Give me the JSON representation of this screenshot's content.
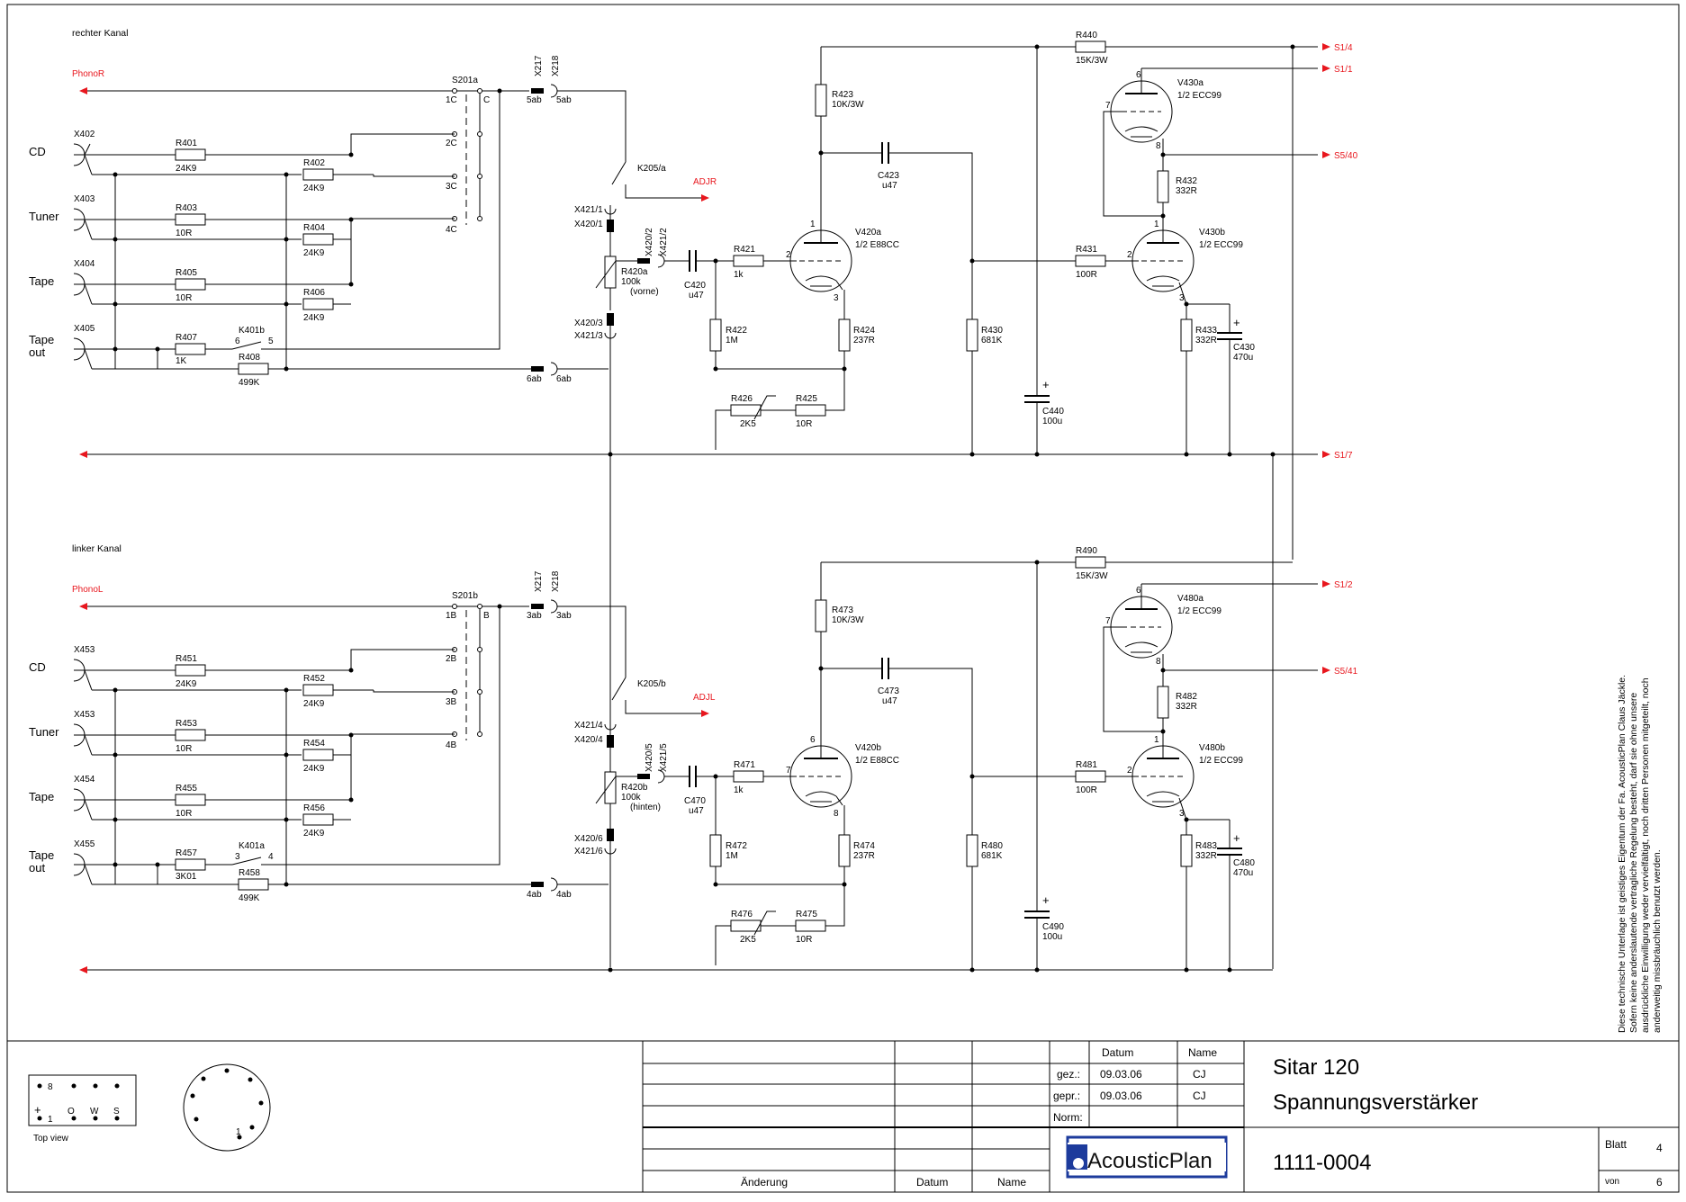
{
  "channels": {
    "right": {
      "title": "rechter Kanal",
      "phono": "PhonoR",
      "switch": "S201a"
    },
    "left": {
      "title": "linker Kanal",
      "phono": "PhonoL",
      "switch": "S201b"
    }
  },
  "labels": {
    "cd": "CD",
    "tuner": "Tuner",
    "tape": "Tape",
    "tape_out_1": "Tape",
    "tape_out_2": "out",
    "x217": "X217",
    "x218": "X218",
    "x402": "X402",
    "x403": "X403",
    "x404": "X404",
    "x405": "X405",
    "x453a": "X453",
    "x453b": "X453",
    "x454": "X454",
    "x455": "X455",
    "sw_1c": "1C",
    "sw_c": "C",
    "sw_2c": "2C",
    "sw_3c": "3C",
    "sw_4c": "4C",
    "sw_1b": "1B",
    "sw_b": "B",
    "sw_2b": "2B",
    "sw_3b": "3B",
    "sw_4b": "4B",
    "k401b": "K401b",
    "k401b_6": "6",
    "k401b_5": "5",
    "k401a": "K401a",
    "k401a_3": "3",
    "k401a_4": "4",
    "k205a": "K205/a",
    "k205b": "K205/b",
    "adjr": "ADJR",
    "adjl": "ADJL",
    "ab5": "5ab",
    "ab6": "6ab",
    "ab3": "3ab",
    "ab4": "4ab",
    "x421_1": "X421/1",
    "x420_1": "X420/1",
    "x420_2": "X420/2",
    "x421_2": "X421/2",
    "x420_3": "X420/3",
    "x421_3": "X421/3",
    "x421_4": "X421/4",
    "x420_4": "X420/4",
    "x420_5": "X420/5",
    "x421_5": "X421/5",
    "x420_6": "X420/6",
    "x421_6": "X421/6",
    "r420a": "R420a",
    "r420a_v": "100k",
    "r420a_n": "(vorne)",
    "r420b": "R420b",
    "r420b_v": "100k",
    "r420b_n": "(hinten)",
    "v420a": "V420a",
    "v420a_t": "1/2 E88CC",
    "v420b": "V420b",
    "v420b_t": "1/2 E88CC",
    "v430a": "V430a",
    "v430a_t": "1/2 ECC99",
    "v430b": "V430b",
    "v430b_t": "1/2 ECC99",
    "v480a": "V480a",
    "v480a_t": "1/2 ECC99",
    "v480b": "V480b",
    "v480b_t": "1/2 ECC99",
    "p1": "1",
    "p2": "2",
    "p3": "3",
    "p6": "6",
    "p7": "7",
    "p8": "8",
    "s1_4": "S1/4",
    "s1_1": "S1/1",
    "s5_40": "S5/40",
    "s1_7": "S1/7",
    "s1_2": "S1/2",
    "s5_41": "S5/41"
  },
  "components": {
    "r401": [
      "R401",
      "24K9"
    ],
    "r402": [
      "R402",
      "24K9"
    ],
    "r403": [
      "R403",
      "10R"
    ],
    "r404": [
      "R404",
      "24K9"
    ],
    "r405": [
      "R405",
      "10R"
    ],
    "r406": [
      "R406",
      "24K9"
    ],
    "r407": [
      "R407",
      "1K"
    ],
    "r408": [
      "R408",
      "499K"
    ],
    "r421": [
      "R421",
      "1k"
    ],
    "r422": [
      "R422",
      "1M"
    ],
    "r423": [
      "R423",
      "10K/3W"
    ],
    "r424": [
      "R424",
      "237R"
    ],
    "r425": [
      "R425",
      "10R"
    ],
    "r426": [
      "R426",
      "2K5"
    ],
    "r430": [
      "R430",
      "681K"
    ],
    "r431": [
      "R431",
      "100R"
    ],
    "r432": [
      "R432",
      "332R"
    ],
    "r433": [
      "R433",
      "332R"
    ],
    "r440": [
      "R440",
      "15K/3W"
    ],
    "c420": [
      "C420",
      "u47"
    ],
    "c423": [
      "C423",
      "u47"
    ],
    "c430": [
      "C430",
      "470u"
    ],
    "c440": [
      "C440",
      "100u"
    ],
    "r451": [
      "R451",
      "24K9"
    ],
    "r452": [
      "R452",
      "24K9"
    ],
    "r453": [
      "R453",
      "10R"
    ],
    "r454": [
      "R454",
      "24K9"
    ],
    "r455": [
      "R455",
      "10R"
    ],
    "r456": [
      "R456",
      "24K9"
    ],
    "r457": [
      "R457",
      "3K01"
    ],
    "r458": [
      "R458",
      "499K"
    ],
    "r471": [
      "R471",
      "1k"
    ],
    "r472": [
      "R472",
      "1M"
    ],
    "r473": [
      "R473",
      "10K/3W"
    ],
    "r474": [
      "R474",
      "237R"
    ],
    "r475": [
      "R475",
      "10R"
    ],
    "r476": [
      "R476",
      "2K5"
    ],
    "r480": [
      "R480",
      "681K"
    ],
    "r481": [
      "R481",
      "100R"
    ],
    "r482": [
      "R482",
      "332R"
    ],
    "r483": [
      "R483",
      "332R"
    ],
    "r490": [
      "R490",
      "15K/3W"
    ],
    "c470": [
      "C470",
      "u47"
    ],
    "c473": [
      "C473",
      "u47"
    ],
    "c480": [
      "C480",
      "470u"
    ],
    "c490": [
      "C490",
      "100u"
    ]
  },
  "copyright": [
    "Diese technische Unterlage ist geistiges Eigentum der Fa. AcousticPlan Claus Jäckle.",
    "Sofern keine anderslautende vertragliche Regelung besteht, darf sie ohne unsere",
    "ausdrückliche Einwilligung weder vervielfältigt, noch dritten Personen mitgeteilt, noch",
    "anderweitig missbräuchlich benutzt werden."
  ],
  "title_block": {
    "col_datum": "Datum",
    "col_name": "Name",
    "row_gez": "gez.:",
    "row_gepr": "gepr.:",
    "row_norm": "Norm:",
    "gez_datum": "09.03.06",
    "gez_name": "CJ",
    "gepr_datum": "09.03.06",
    "gepr_name": "CJ",
    "title1": "Sitar 120",
    "title2": "Spannungsverstärker",
    "drawing_no": "1111-0004",
    "logo": "AcousticPlan",
    "blatt_label": "Blatt",
    "blatt": "4",
    "von_label": "von",
    "von": "6",
    "aenderung": "Änderung",
    "datum": "Datum",
    "name": "Name"
  },
  "socket": {
    "pins_top": [
      "8"
    ],
    "pin_1": "1",
    "plus": "+",
    "o": "O",
    "w": "W",
    "s": "S",
    "top_view": "Top view",
    "circle_pin": "1"
  },
  "colors": {
    "signal": "#e8171e",
    "line": "#000000",
    "logo_blue": "#1d3b9c"
  }
}
